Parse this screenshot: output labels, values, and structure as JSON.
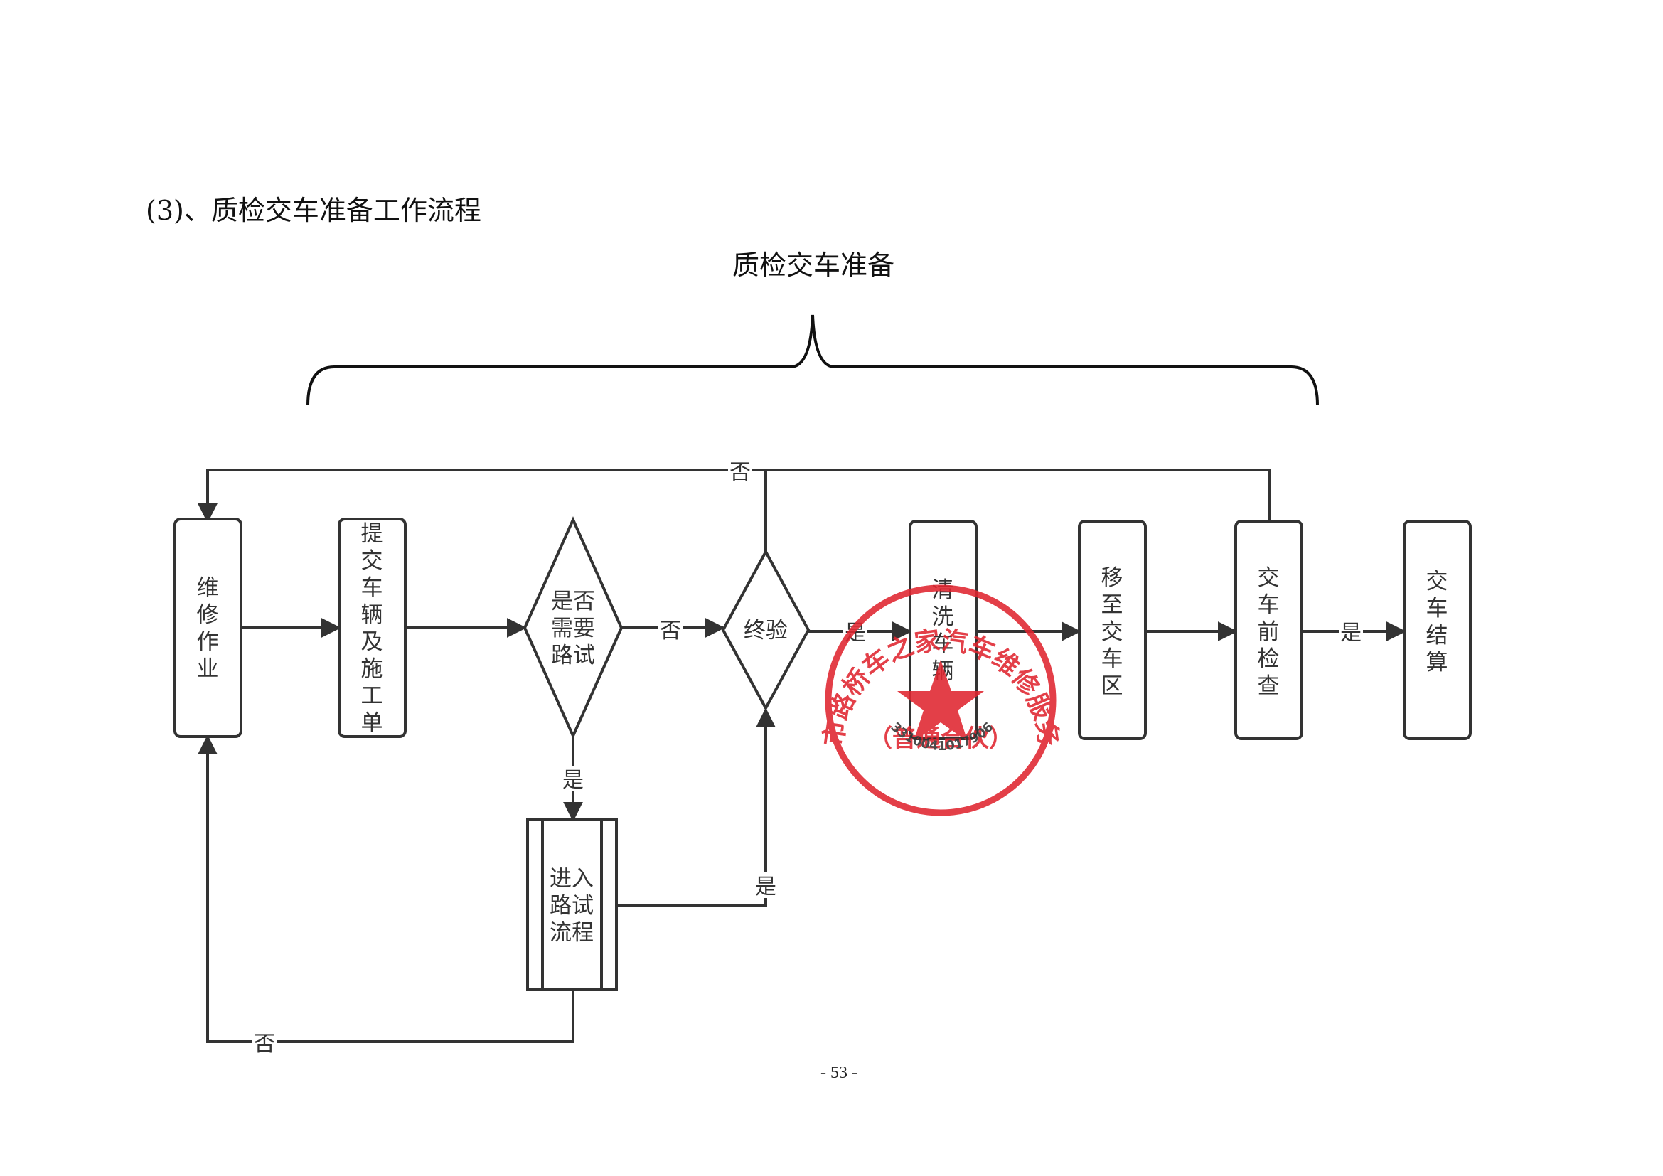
{
  "section_heading": "(3)、质检交车准备工作流程",
  "diagram_title": "质检交车准备",
  "page_number": "- 53 -",
  "colors": {
    "line": "#333333",
    "node_border": "#333333",
    "text": "#333333",
    "seal": "#e0252f"
  },
  "nodes": {
    "repair": "维修作业",
    "submit": "提交车辆及施工单",
    "need_road_test": "是否需要路试",
    "final_check": "终验",
    "road_test_process": "进入路试流程",
    "wash": "清洗车辆",
    "move_area": "移至交车区",
    "pre_delivery_check": "交车前检查",
    "settlement": "交车结算"
  },
  "edge_labels": {
    "final_check_to_repair": "否",
    "need_test_no": "否",
    "need_test_yes": "是",
    "final_check_yes": "是",
    "road_test_yes": "是",
    "road_test_no": "否",
    "pre_check_yes": "是"
  },
  "seal": {
    "outer_text": "台州市路桥车之家汽车维修服务中心",
    "inner_text": "（普通合伙）",
    "number": "3310041017906",
    "icon": "star-icon"
  }
}
